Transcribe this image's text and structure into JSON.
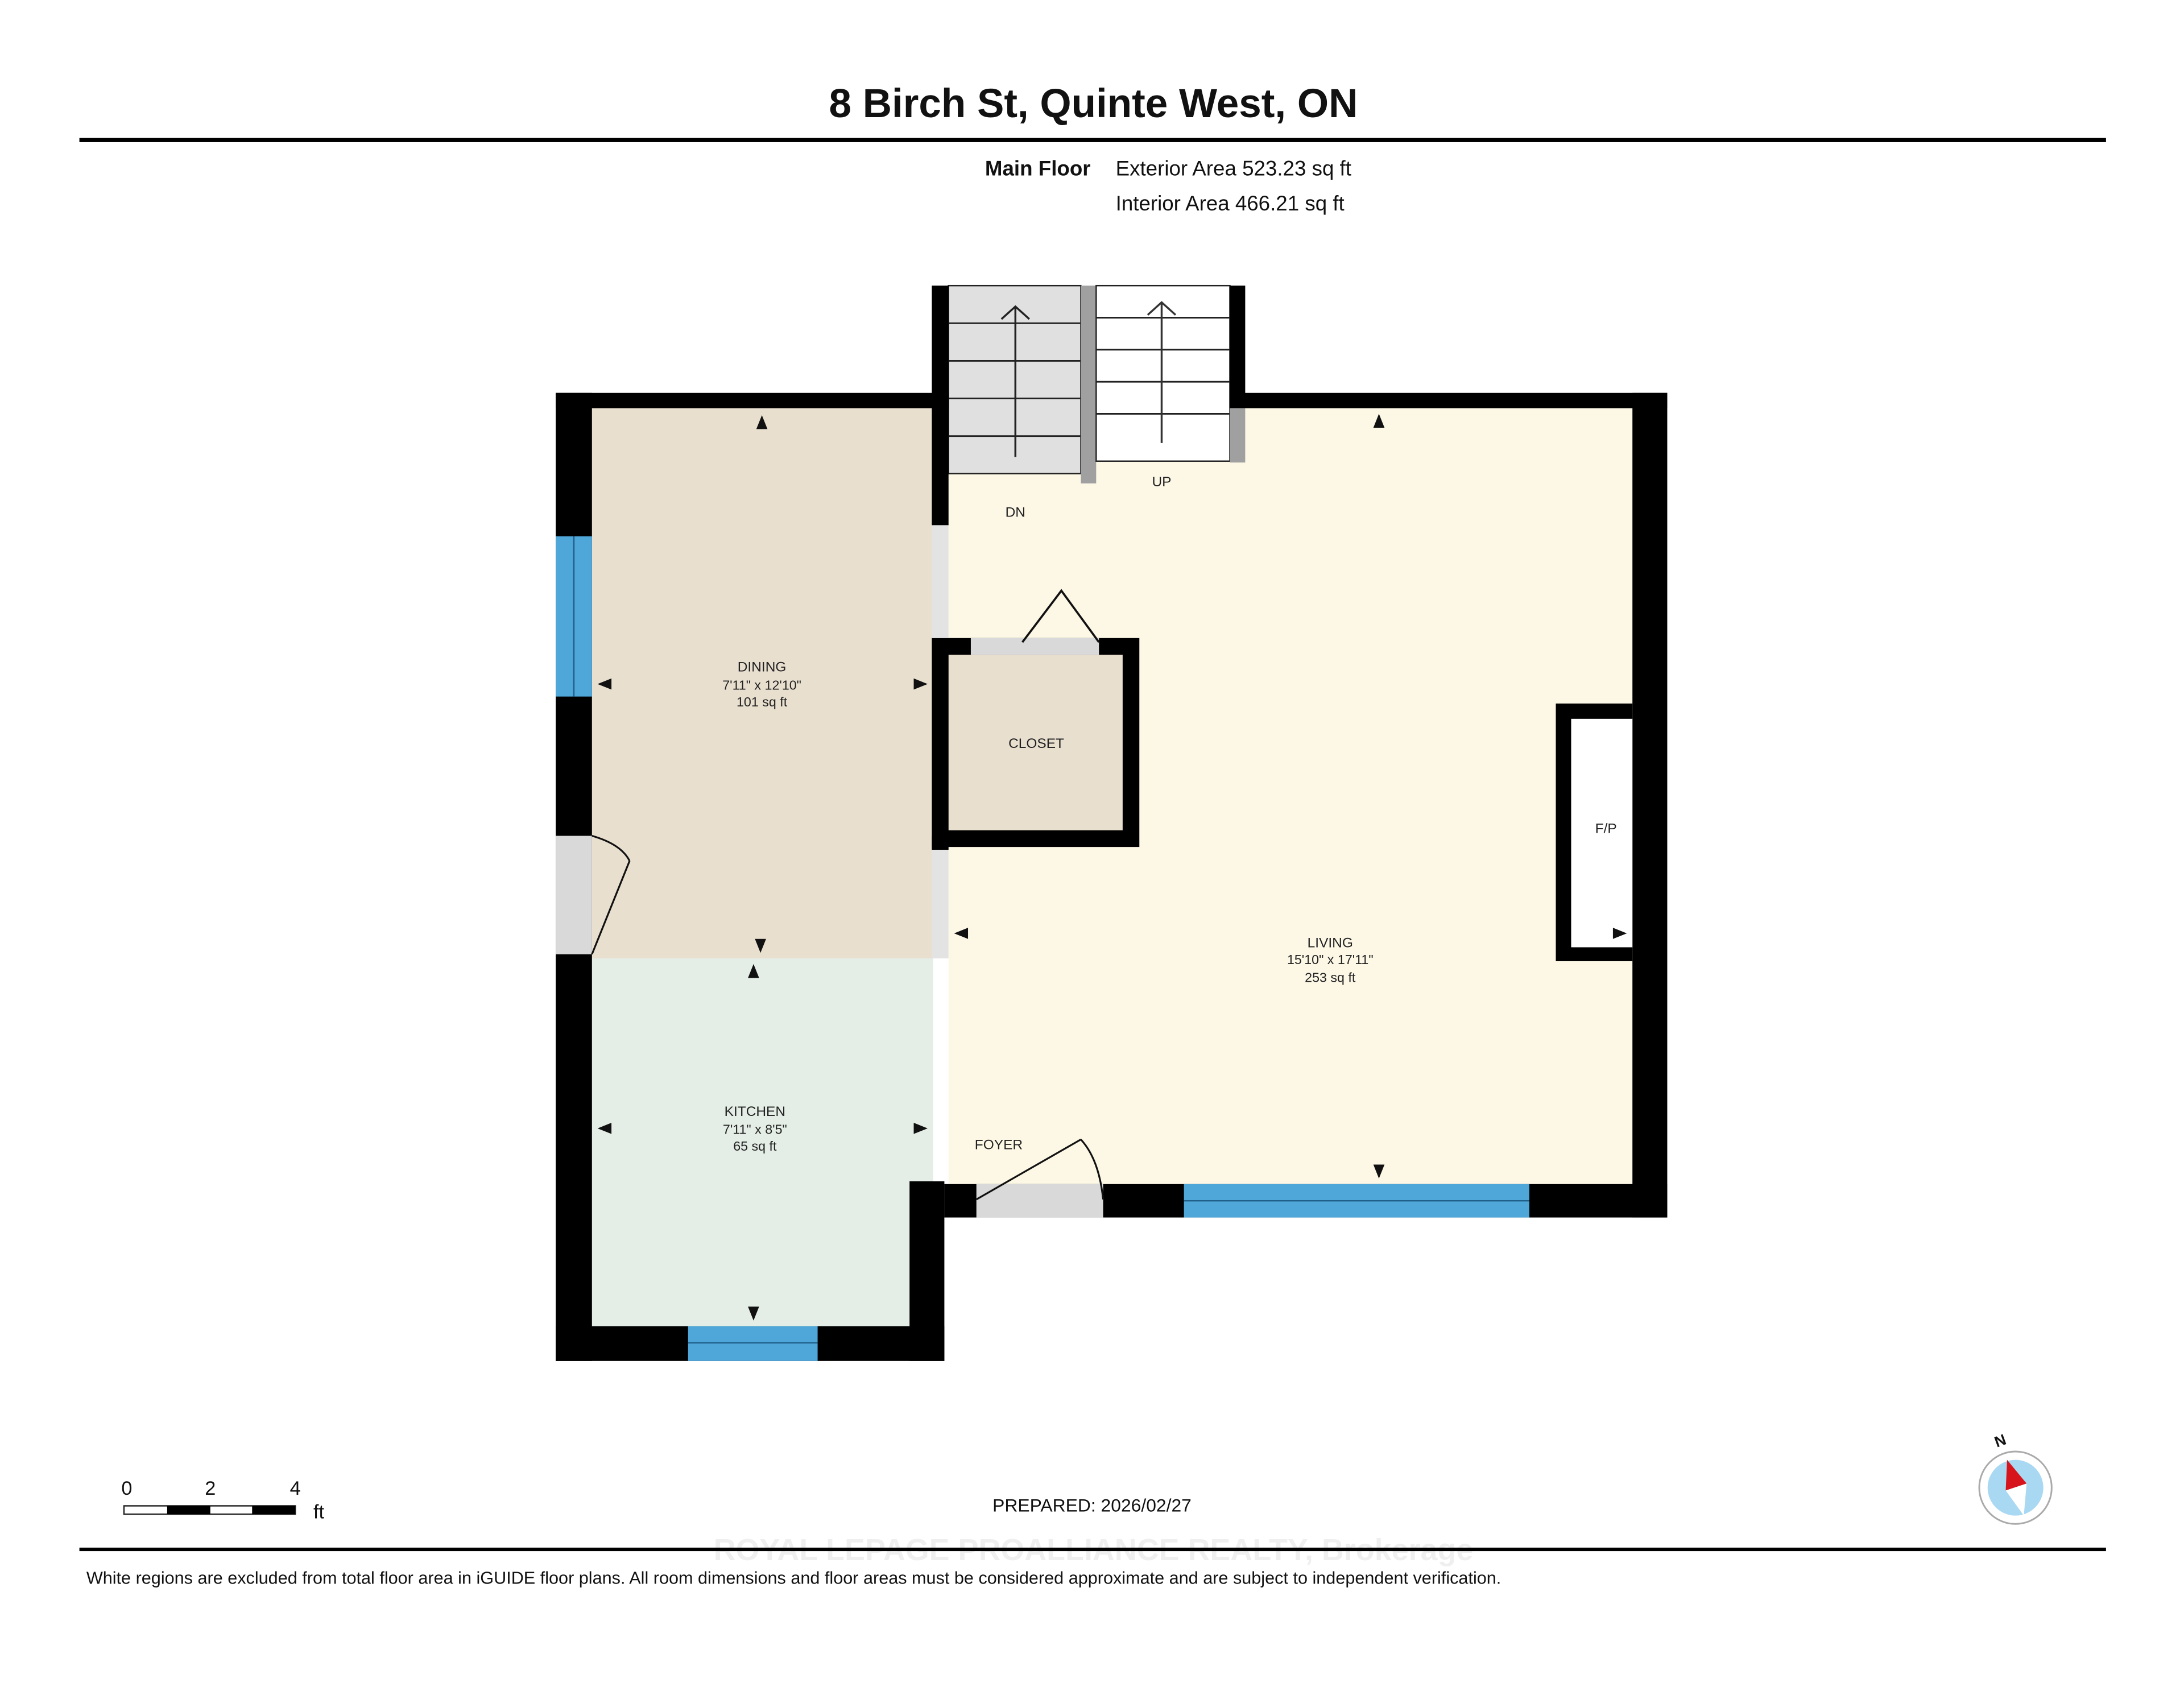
{
  "header": {
    "title": "8 Birch St, Quinte West, ON",
    "floor_name": "Main Floor",
    "exterior_area": "Exterior Area 523.23 sq ft",
    "interior_area": "Interior Area 466.21 sq ft"
  },
  "rooms": {
    "dining": {
      "name": "DINING",
      "dims": "7'11\" x 12'10\"",
      "area": "101 sq ft"
    },
    "kitchen": {
      "name": "KITCHEN",
      "dims": "7'11\" x 8'5\"",
      "area": "65 sq ft"
    },
    "living": {
      "name": "LIVING",
      "dims": "15'10\" x 17'11\"",
      "area": "253 sq ft"
    },
    "closet": {
      "name": "CLOSET"
    },
    "fireplace": {
      "name": "F/P"
    },
    "foyer": {
      "name": "FOYER"
    },
    "stairs_down": {
      "name": "DN"
    },
    "stairs_up": {
      "name": "UP"
    }
  },
  "colors": {
    "dining": "#e8dfcf",
    "kitchen": "#e4eee6",
    "living": "#fdf8e6",
    "wall": "#000000",
    "window": "#4fa6d8",
    "door": "#d9d9d9"
  },
  "scale_bar": {
    "ticks": [
      "0",
      "2",
      "4"
    ],
    "unit": "ft"
  },
  "prepared": "PREPARED: 2026/02/27",
  "compass": {
    "label": "N",
    "icon": "compass-icon"
  },
  "watermark": "ROYAL LEPAGE PROALLIANCE REALTY, Brokerage",
  "footer": {
    "disclaimer": "White regions are excluded from total floor area in iGUIDE floor plans. All room dimensions and floor areas must be considered approximate and are subject to independent verification."
  }
}
